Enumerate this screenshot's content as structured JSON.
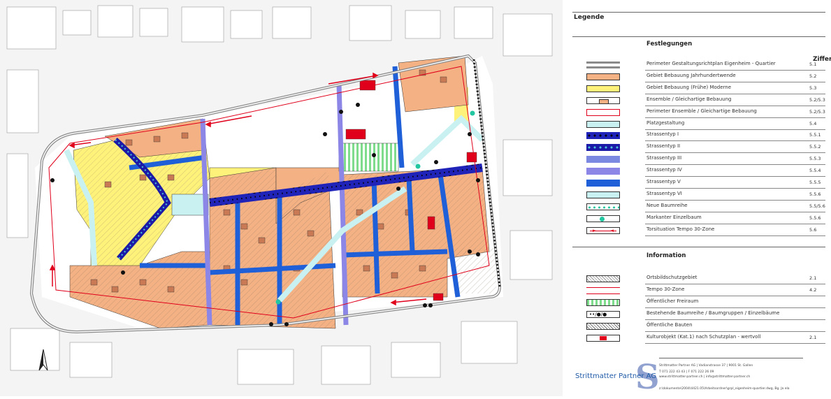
{
  "legend": {
    "title": "Legende",
    "section_festlegungen": "Festlegungen",
    "column_ziffer": "Ziffer",
    "festlegungen": [
      {
        "label": "Perimeter Gestaltungsrichtplan Eigenheim - Quartier",
        "ziffer": "5.1",
        "swatch": "perimeter"
      },
      {
        "label": "Gebiet Bebauung Jahrhundertwende",
        "ziffer": "5.2",
        "swatch": "orange"
      },
      {
        "label": "Gebiet Bebauung (Frühe) Moderne",
        "ziffer": "5.3",
        "swatch": "yellow"
      },
      {
        "label": "Ensemble / Gleichartige Bebauung",
        "ziffer": "5.2/5.3",
        "swatch": "ensemble"
      },
      {
        "label": "Perimeter Ensemble / Gleichartige Bebauung",
        "ziffer": "5.2/5.3",
        "swatch": "ensemble-perimeter"
      },
      {
        "label": "Platzgestaltung",
        "ziffer": "5.4",
        "swatch": "platz"
      },
      {
        "label": "Strassentyp I",
        "ziffer": "5.5.1",
        "swatch": "str1"
      },
      {
        "label": "Strassentyp II",
        "ziffer": "5.5.2",
        "swatch": "str2"
      },
      {
        "label": "Strassentyp III",
        "ziffer": "5.5.3",
        "swatch": "str3"
      },
      {
        "label": "Strassentyp IV",
        "ziffer": "5.5.4",
        "swatch": "str4"
      },
      {
        "label": "Strassentyp V",
        "ziffer": "5.5.5",
        "swatch": "str5"
      },
      {
        "label": "Strassentyp VI",
        "ziffer": "5.5.6",
        "swatch": "str6"
      },
      {
        "label": "Neue Baumreihe",
        "ziffer": "5.5/5.6",
        "swatch": "baumreihe"
      },
      {
        "label": "Markanter Einzelbaum",
        "ziffer": "5.5.6",
        "swatch": "einzelbaum"
      },
      {
        "label": "Torsituation Tempo 30-Zone",
        "ziffer": "5.6",
        "swatch": "tor"
      }
    ],
    "section_information": "Information",
    "information": [
      {
        "label": "Ortsbildschutzgebiet",
        "ziffer": "2.1",
        "swatch": "hatch"
      },
      {
        "label": "Tempo 30-Zone",
        "ziffer": "4.2",
        "swatch": "tempo"
      },
      {
        "label": "Öffentlicher Freiraum",
        "ziffer": "",
        "swatch": "freiraum"
      },
      {
        "label": "Bestehende Baumreihe / Baumgruppen / Einzelbäume",
        "ziffer": "",
        "swatch": "baeume"
      },
      {
        "label": "Öffentliche Bauten",
        "ziffer": "",
        "swatch": "bauten"
      },
      {
        "label": "Kulturobjekt (Kat.1) nach Schutzplan - wertvoll",
        "ziffer": "2.1",
        "swatch": "kultur"
      }
    ]
  },
  "footer": {
    "company": "Strittmatter Partner AG",
    "logo_letter": "S",
    "address_line": "Strittmatter Partner AG | Vadianstrasse 37 | 9001 St. Gallen",
    "phone_line": "T 071 222 43 43 | F 071 222 26 09",
    "web_line": "www.strittmatter-partner.ch | info@strittmatter-partner.ch",
    "file_path": "z:\\dokumente\\2004\\4421.05\\Arbeitsordner\\grpl_eigenheim-quartier.dwg, Bg. Ja ela"
  },
  "colors": {
    "orange": "#f4b183",
    "yellow": "#fff27a",
    "str1": "#1f23b8",
    "str2": "#1b1ba8",
    "str3": "#7b89e0",
    "str4": "#8c86e6",
    "str5": "#1f5fd8",
    "str6": "#c9f1f2",
    "green": "#7edc8c",
    "red": "#e0001b",
    "perimeter": "#9a9a9a"
  }
}
